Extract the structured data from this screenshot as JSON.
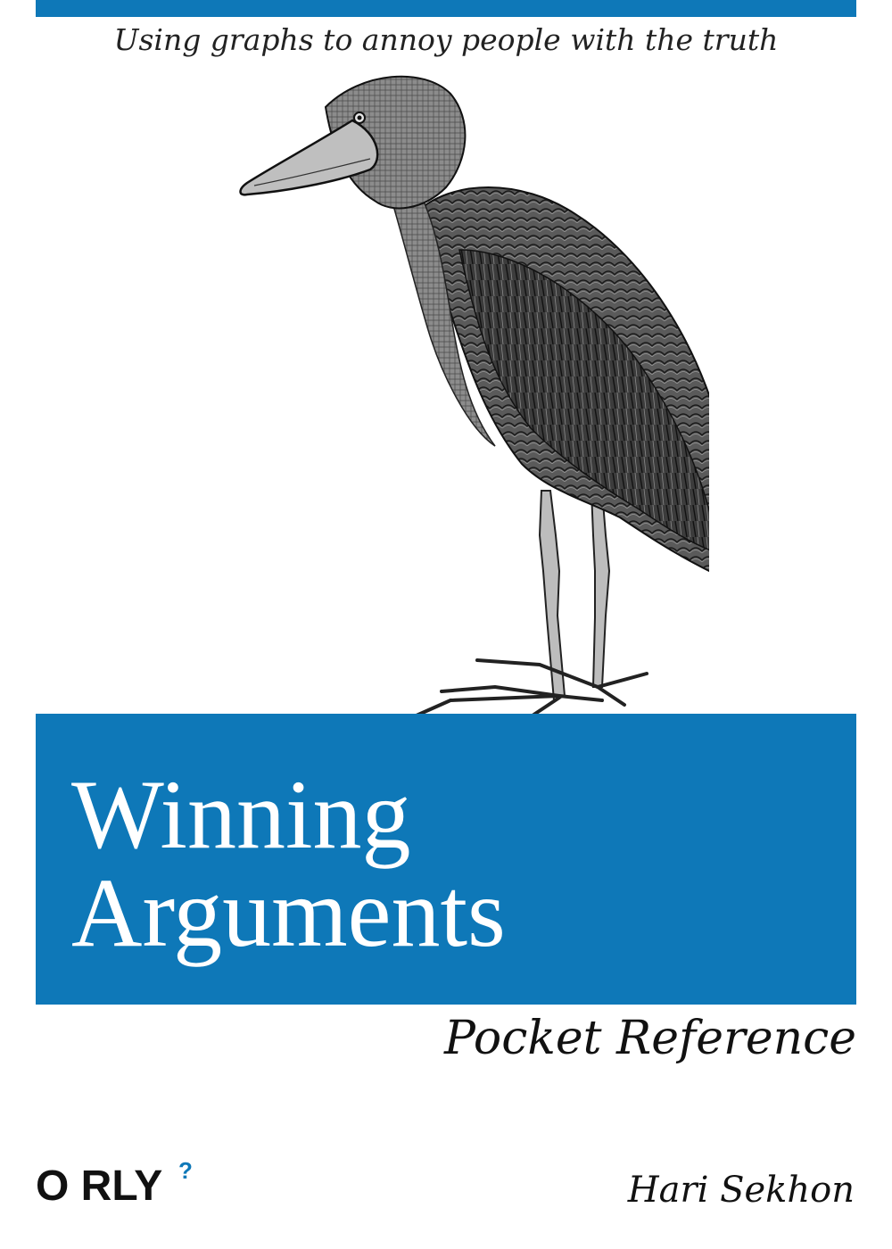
{
  "cover": {
    "tagline": "Using graphs to annoy people with the truth",
    "title_line1": "Winning",
    "title_line2": "Arguments",
    "subtitle": "Pocket Reference",
    "author": "Hari Sekhon",
    "publisher_logo": "O RLY",
    "publisher_logo_mark": "?",
    "illustration": "shoebill-bird-engraving",
    "colors": {
      "accent": "#0e78b8",
      "background": "#ffffff",
      "text": "#111111",
      "title_text": "#ffffff"
    }
  }
}
